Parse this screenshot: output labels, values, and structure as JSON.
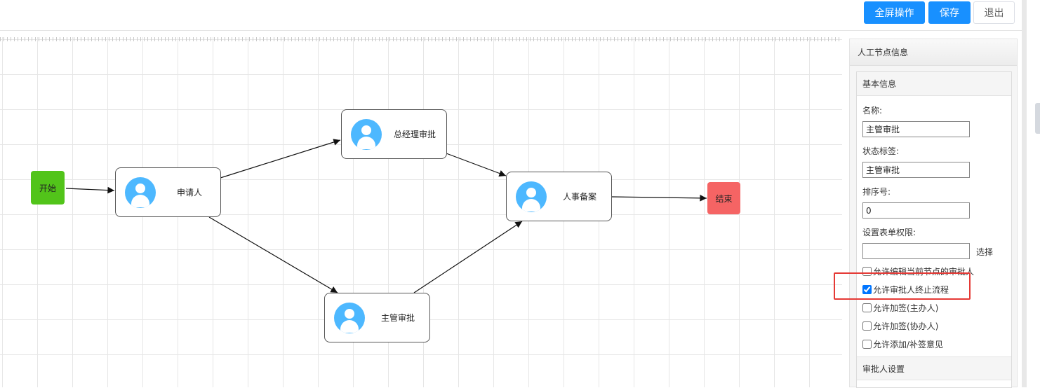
{
  "toolbar": {
    "fullscreen_label": "全屏操作",
    "save_label": "保存",
    "exit_label": "退出"
  },
  "flow": {
    "start_label": "开始",
    "end_label": "结束",
    "tasks": {
      "applicant": "申请人",
      "gm_approval": "总经理审批",
      "hr_filing": "人事备案",
      "supervisor_approval": "主管审批"
    }
  },
  "panel": {
    "title": "人工节点信息",
    "basic_section": "基本信息",
    "name_label": "名称:",
    "name_value": "主管审批",
    "status_label": "状态标签:",
    "status_value": "主管审批",
    "order_label": "排序号:",
    "order_value": "0",
    "form_perm_label": "设置表单权限:",
    "form_perm_value": "",
    "choose_label": "选择",
    "checkboxes": [
      {
        "label": "允许编辑当前节点的审批人",
        "checked": false
      },
      {
        "label": "允许审批人终止流程",
        "checked": true
      },
      {
        "label": "允许加签(主办人)",
        "checked": false
      },
      {
        "label": "允许加签(协办人)",
        "checked": false
      },
      {
        "label": "允许添加/补签意见",
        "checked": false
      }
    ],
    "approver_section": "审批人设置"
  },
  "colors": {
    "primary": "#1890ff",
    "start_node": "#52c41a",
    "end_node": "#f56464",
    "avatar": "#4db8ff",
    "highlight": "#e53935"
  }
}
